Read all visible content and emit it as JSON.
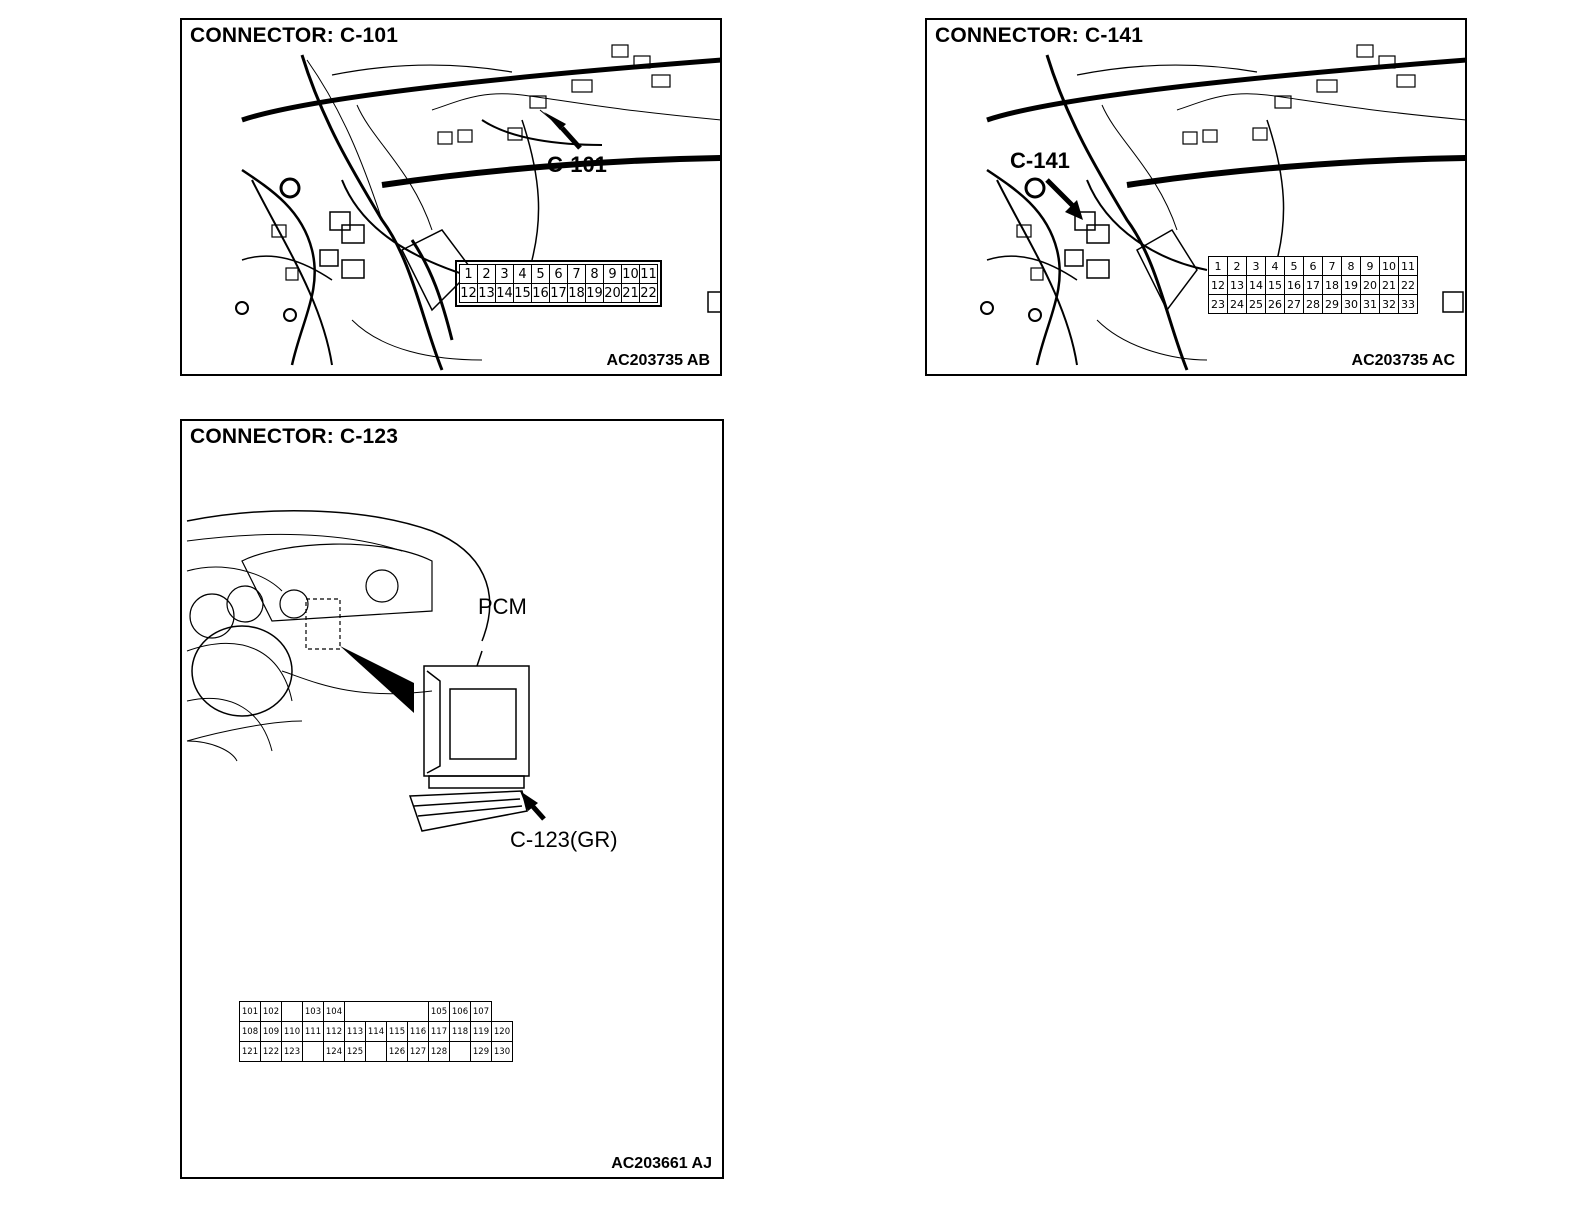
{
  "panels": [
    {
      "title": "CONNECTOR: C-101",
      "code": "AC203735 AB",
      "callout": "C-101",
      "connector_rows": [
        [
          "1",
          "2",
          "3",
          "4",
          "5",
          "6",
          "7",
          "8",
          "9",
          "10",
          "11"
        ],
        [
          "12",
          "13",
          "14",
          "15",
          "16",
          "17",
          "18",
          "19",
          "20",
          "21",
          "22"
        ]
      ]
    },
    {
      "title": "CONNECTOR: C-141",
      "code": "AC203735 AC",
      "callout": "C-141",
      "connector_rows": [
        [
          "1",
          "2",
          "3",
          "4",
          "5",
          "6",
          "7",
          "8",
          "9",
          "10",
          "11"
        ],
        [
          "12",
          "13",
          "14",
          "15",
          "16",
          "17",
          "18",
          "19",
          "20",
          "21",
          "22"
        ],
        [
          "23",
          "24",
          "25",
          "26",
          "27",
          "28",
          "29",
          "30",
          "31",
          "32",
          "33"
        ]
      ]
    },
    {
      "title": "CONNECTOR: C-123",
      "code": "AC203661 AJ",
      "pcm_label": "PCM",
      "callout": "C-123(GR)",
      "connector_rows": [
        [
          "101",
          "102",
          "",
          "103",
          "104",
          "",
          "",
          "",
          "",
          "105",
          "106",
          "107"
        ],
        [
          "108",
          "109",
          "110",
          "111",
          "112",
          "113",
          "114",
          "115",
          "116",
          "117",
          "118",
          "119",
          "120"
        ],
        [
          "121",
          "122",
          "123",
          "",
          "124",
          "125",
          "",
          "126",
          "127",
          "128",
          "",
          "129",
          "130"
        ]
      ]
    }
  ]
}
